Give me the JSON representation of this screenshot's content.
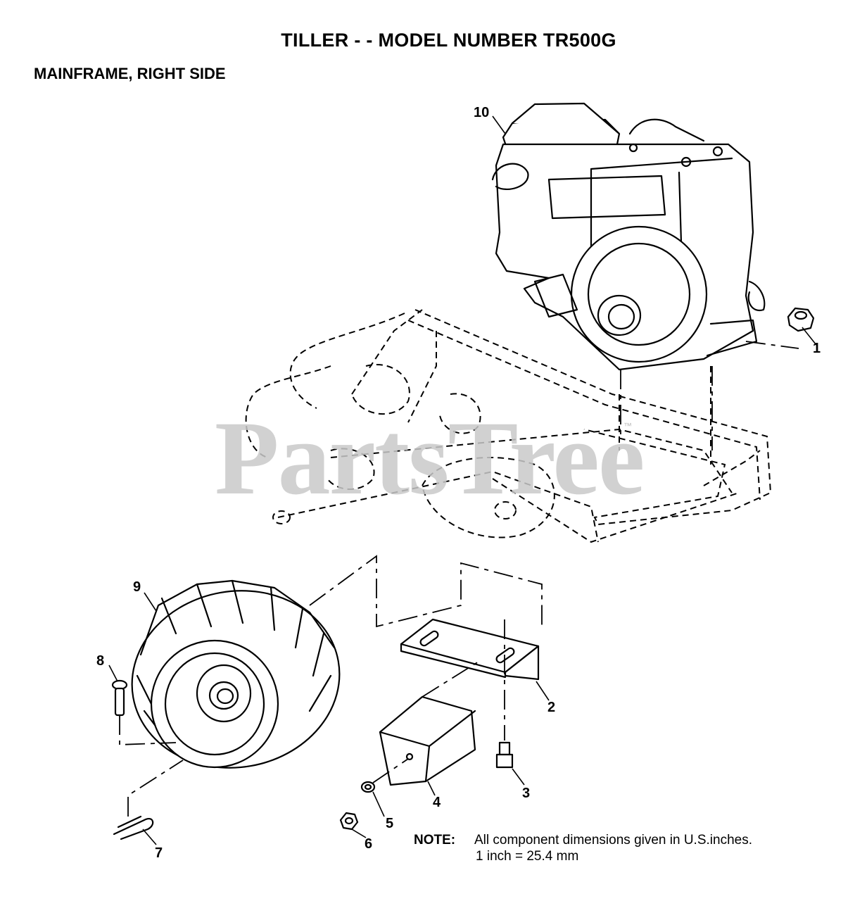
{
  "header": {
    "title": "TILLER - - MODEL NUMBER TR500G",
    "subtitle": "MAINFRAME, RIGHT SIDE"
  },
  "callouts": [
    "1",
    "2",
    "3",
    "4",
    "5",
    "6",
    "7",
    "8",
    "9",
    "10"
  ],
  "watermark": {
    "text": "PartsTree",
    "mark": "™"
  },
  "note": {
    "label": "NOTE:",
    "line1": "All component dimensions given in U.S.inches.",
    "line2": "1 inch = 25.4 mm"
  }
}
